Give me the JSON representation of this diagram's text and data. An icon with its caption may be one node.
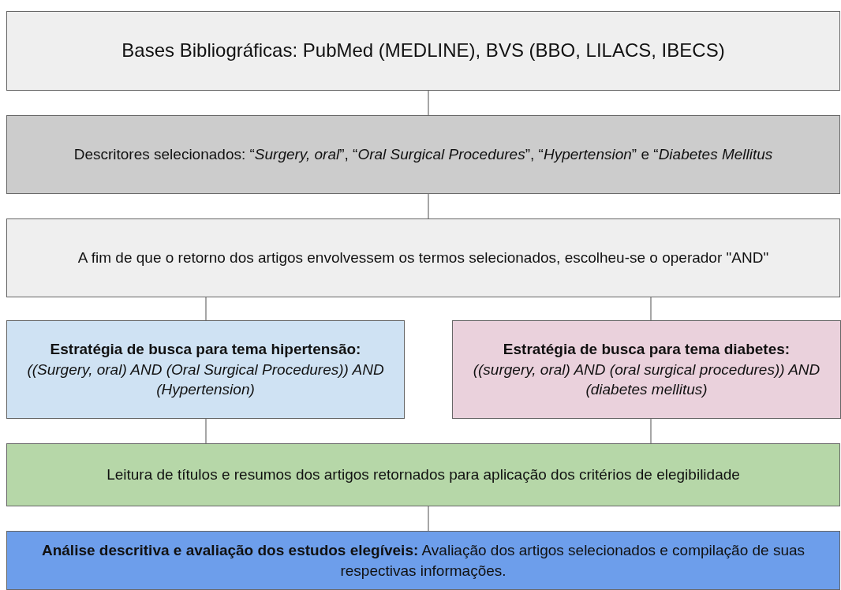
{
  "diagram": {
    "nodes": [
      {
        "text": [
          "Bases Bibliográficas: PubMed (MEDLINE), BVS (BBO, LILACS, IBECS)"
        ]
      },
      {
        "text": [
          "Descritores selecionados: “*Surgery, oral*”, “*Oral Surgical Procedures*”, “*Hypertension*” e “*Diabetes Mellitus*"
        ]
      },
      {
        "text": [
          "A fim de que o retorno dos artigos envolvessem os termos selecionados, escolheu-se o operador \"AND\""
        ]
      },
      {
        "text": [
          "Estratégia de busca para tema hipertensão:",
          "((Surgery, oral) AND (Oral Surgical Procedures)) AND (Hypertension)"
        ]
      },
      {
        "text": [
          "Estratégia de busca para tema diabetes:",
          "((surgery, oral) AND (oral surgical procedures)) AND (diabetes mellitus)"
        ]
      },
      {
        "text": [
          "Leitura de títulos e resumos dos artigos retornados para aplicação dos critérios de elegibilidade"
        ]
      },
      {
        "text": [
          "**Análise descritiva e avaliação dos estudos elegíveis:** Avaliação dos artigos selecionados e compilação de suas respectivas informações."
        ]
      }
    ],
    "edges": [
      {
        "from": 0,
        "to": 1,
        "arrow": "none"
      },
      {
        "from": 1,
        "to": 2,
        "arrow": "none"
      },
      {
        "from": 2,
        "to": 3,
        "arrow": "none"
      },
      {
        "from": 2,
        "to": 4,
        "arrow": "none"
      },
      {
        "from": 3,
        "to": 5,
        "arrow": "none"
      },
      {
        "from": 4,
        "to": 5,
        "arrow": "none"
      },
      {
        "from": 5,
        "to": 6,
        "arrow": "none"
      }
    ]
  }
}
